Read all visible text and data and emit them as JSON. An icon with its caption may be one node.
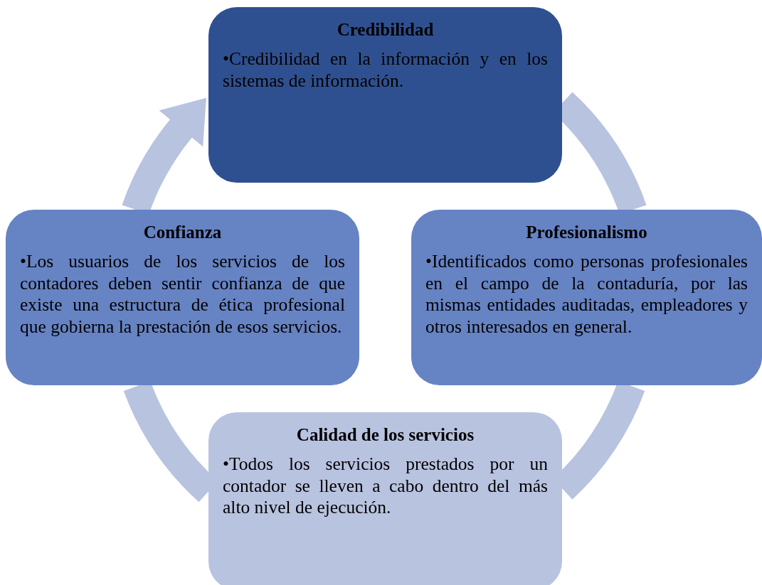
{
  "diagram": {
    "nodes": [
      {
        "text": [
          "Credibilidad",
          "•Credibilidad en la información y en los sistemas de información."
        ]
      },
      {
        "text": [
          "Confianza",
          "•Los usuarios de los servicios de los contadores deben sentir confianza de que existe una estructura de ética profesional que gobierna la prestación de esos servicios."
        ]
      },
      {
        "text": [
          "Profesionalismo",
          "•Identificados como personas profesionales en el campo de la contaduría, por las mismas entidades auditadas, empleadores y otros interesados en general."
        ]
      },
      {
        "text": [
          "Calidad de los servicios",
          "•Todos los servicios prestados por un contador se lleven a cabo dentro del más alto nivel de ejecución."
        ]
      }
    ],
    "edges": [
      {
        "from": 1,
        "to": 0,
        "arrow": "to"
      },
      {
        "from": 0,
        "to": 2,
        "arrow": "none"
      },
      {
        "from": 2,
        "to": 3,
        "arrow": "none"
      },
      {
        "from": 3,
        "to": 1,
        "arrow": "none"
      }
    ]
  }
}
